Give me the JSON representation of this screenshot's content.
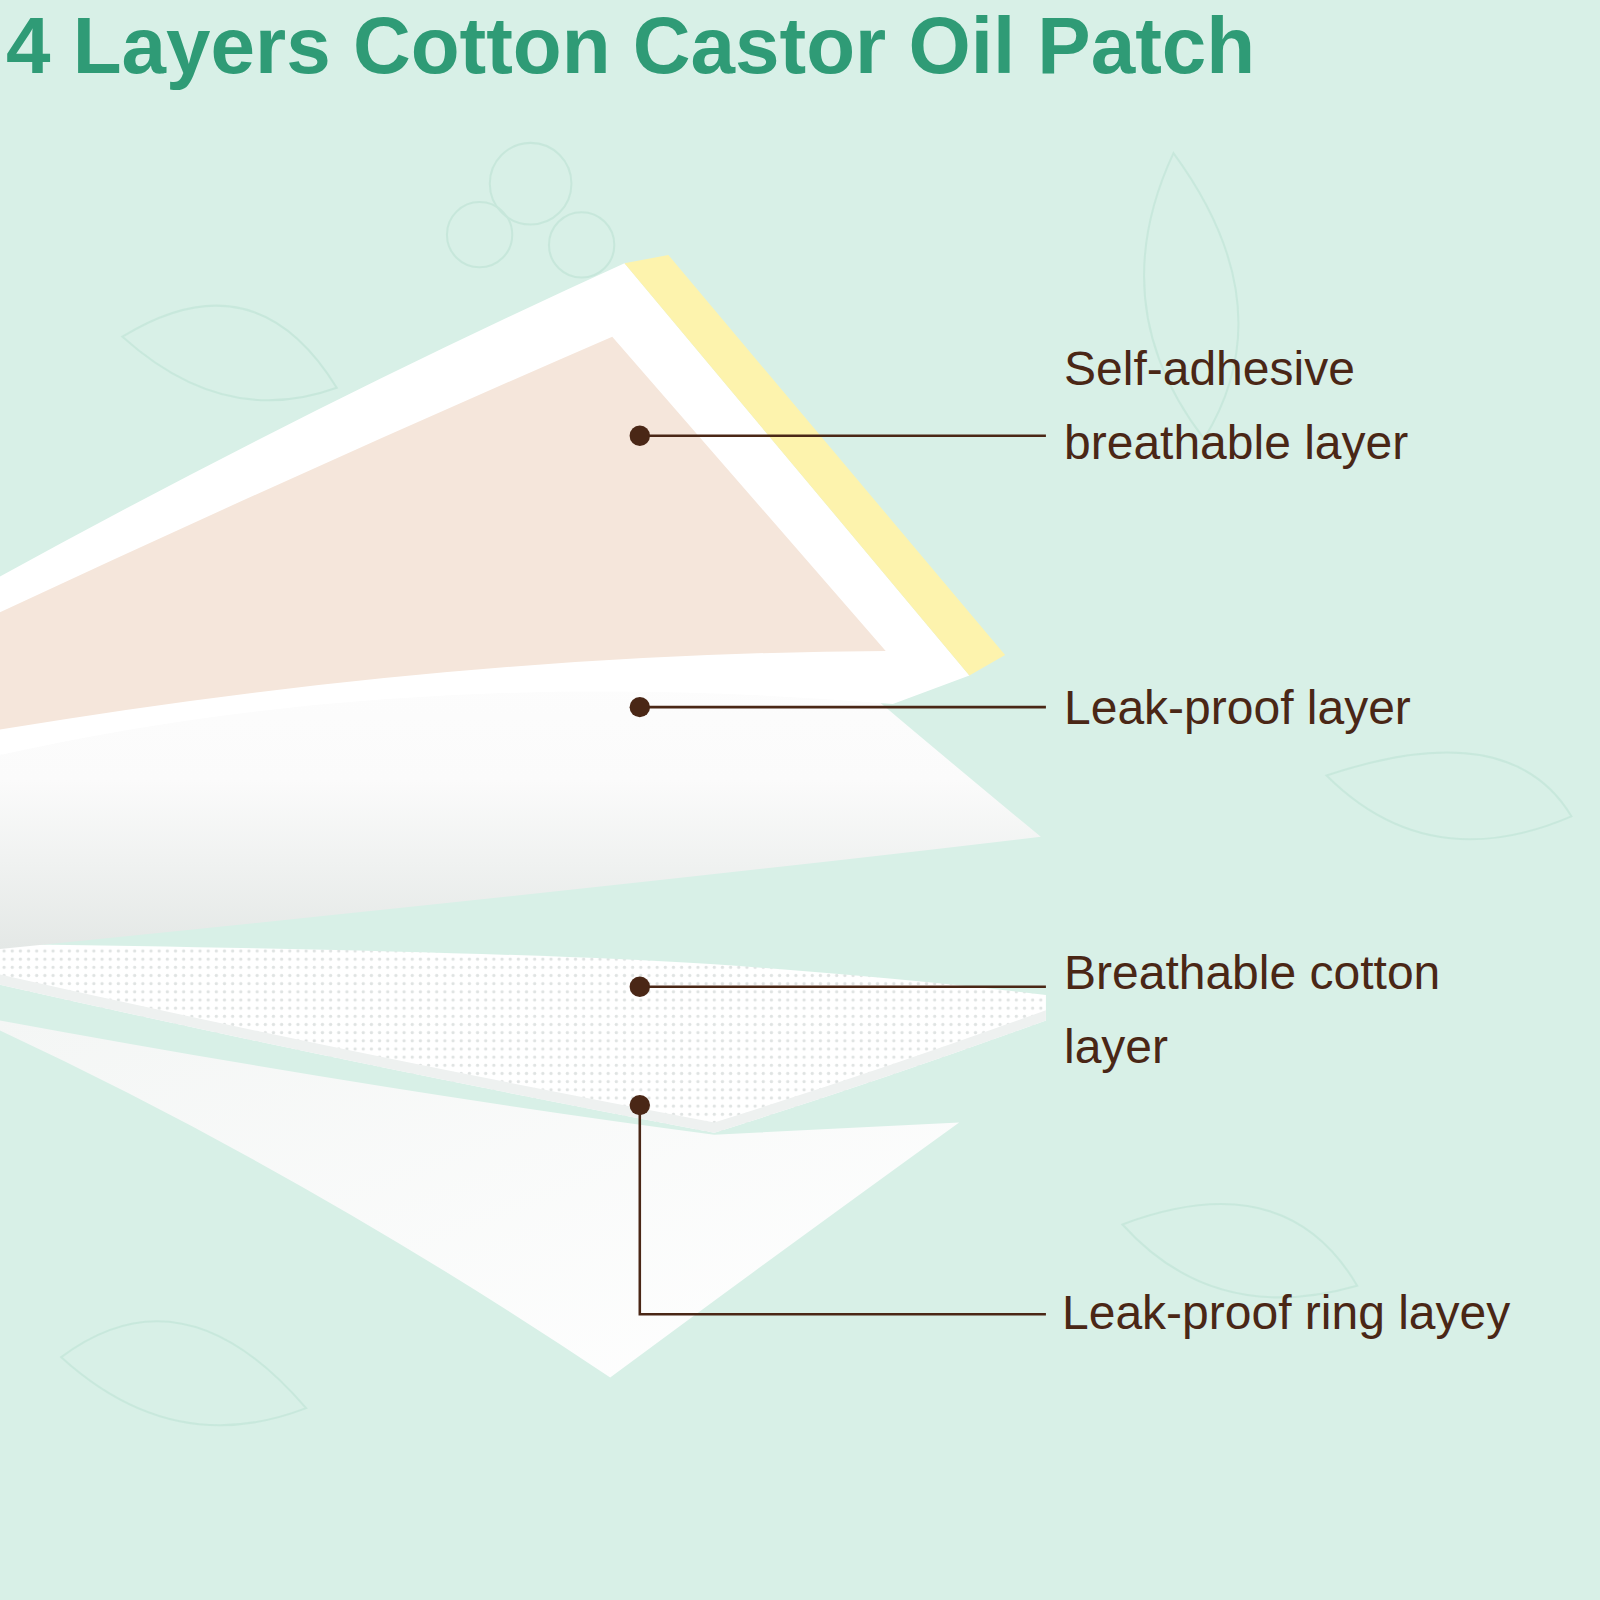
{
  "diagram": {
    "title": "4 Layers Cotton Castor Oil Patch",
    "labels": [
      "Self-adhesive breathable layer",
      "Leak-proof layer",
      "Breathable cotton layer",
      "Leak-proof ring layey"
    ]
  }
}
